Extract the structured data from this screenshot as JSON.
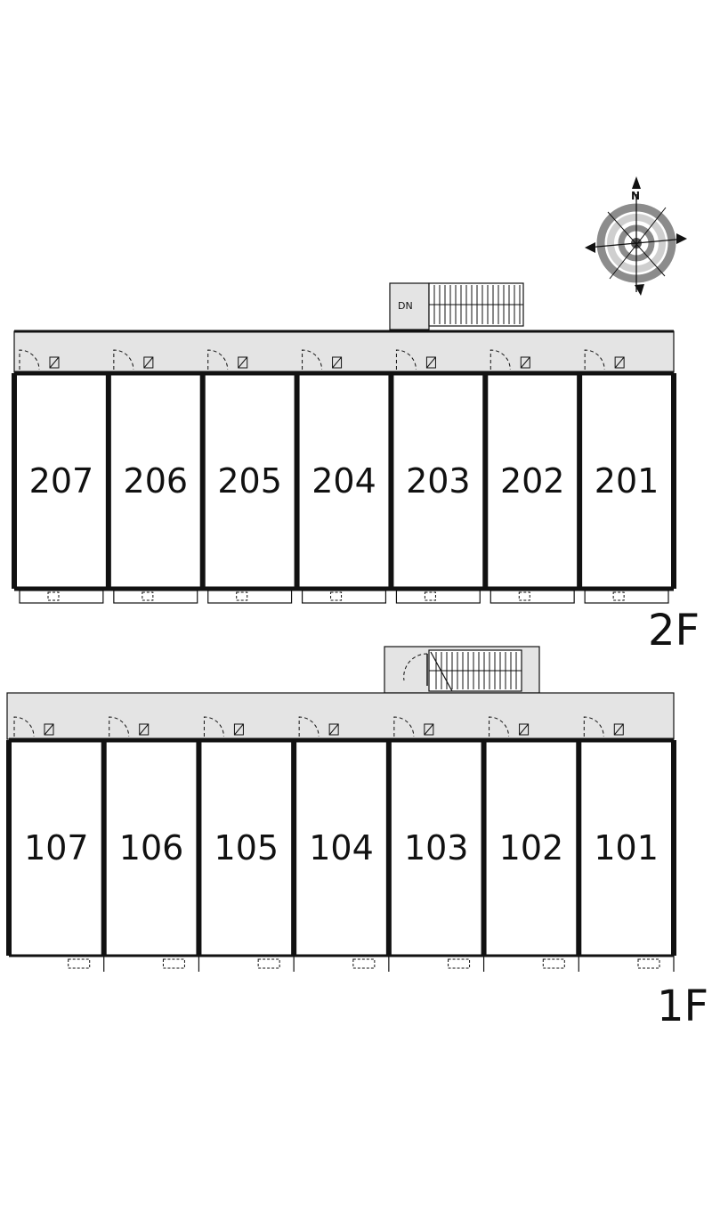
{
  "floor_plan": {
    "floors": [
      {
        "id": "2F",
        "label": "2F",
        "stair_label": "DN",
        "rooms": [
          "207",
          "206",
          "205",
          "204",
          "203",
          "202",
          "201"
        ]
      },
      {
        "id": "1F",
        "label": "1F",
        "rooms": [
          "107",
          "106",
          "105",
          "104",
          "103",
          "102",
          "101"
        ]
      }
    ],
    "compass": {
      "north_label": "N"
    },
    "colors": {
      "wall": "#111111",
      "corridor": "#e4e4e4",
      "compass_ring": "#8c8c8c",
      "compass_ring_light": "#cfcfcf"
    }
  }
}
